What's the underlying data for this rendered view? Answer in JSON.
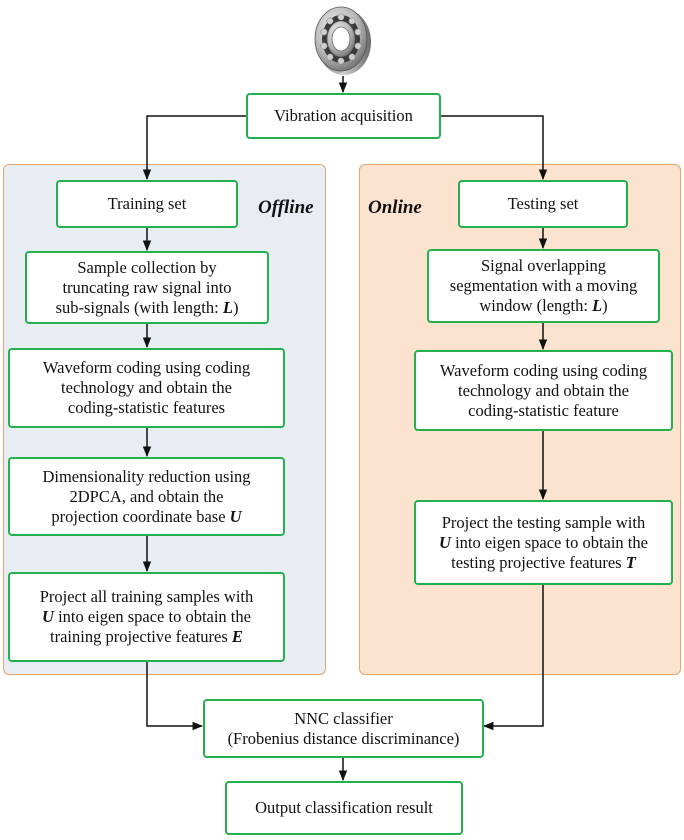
{
  "panels": {
    "offline_label": "Offline",
    "online_label": "Online"
  },
  "nodes": {
    "acquisition": "Vibration acquisition",
    "training_set": "Training set",
    "testing_set": "Testing set",
    "train_sample": {
      "line1": "Sample collection by",
      "line2": "truncating raw signal into",
      "line3": "sub-signals (with length: ",
      "var": "L",
      "tail": ")"
    },
    "train_coding": {
      "line1": "Waveform coding using coding",
      "line2": "technology and obtain the",
      "line3": "coding-statistic features"
    },
    "train_reduction": {
      "line1": "Dimensionality reduction using",
      "line2": "2DPCA, and obtain the",
      "line3": "projection coordinate base ",
      "var": "U"
    },
    "train_project": {
      "line1": "Project all training samples with",
      "var1": "U",
      "line2": " into eigen space to obtain the",
      "line3": "training projective features ",
      "var2": "E"
    },
    "test_segment": {
      "line1": "Signal overlapping",
      "line2": "segmentation with a moving",
      "line3": "window  (length: ",
      "var": "L",
      "tail": ")"
    },
    "test_coding": {
      "line1": "Waveform coding using coding",
      "line2": "technology and obtain the",
      "line3": "coding-statistic feature"
    },
    "test_project": {
      "line1": "Project the testing sample with",
      "var1": "U",
      "line2": " into eigen space to obtain the",
      "line3": "testing projective features ",
      "var2": "T"
    },
    "classifier": {
      "line1": "NNC classifier",
      "line2": "(Frobenius distance discriminance)"
    },
    "output": "Output classification result"
  },
  "colors": {
    "box_border": "#22b14c",
    "panel_border": "#e6a86a",
    "offline_fill": "#e8edf3",
    "online_fill": "#fbe3cf"
  },
  "icons": {
    "bearing": "ball-bearing-icon"
  }
}
